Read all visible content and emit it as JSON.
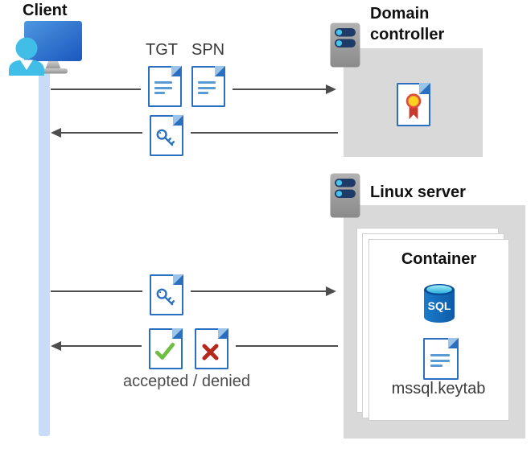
{
  "diagram": {
    "client": {
      "label": "Client",
      "icon": "client-monitor-user-icon"
    },
    "domain_controller": {
      "label": "Domain controller",
      "icon": "server-icon",
      "content_icon": "certificate-icon"
    },
    "linux_server": {
      "label": "Linux server",
      "icon": "server-icon"
    },
    "container": {
      "label": "Container",
      "sql_label": "SQL",
      "sql_icon": "sql-database-cylinder-icon",
      "keytab_label": "mssql.keytab",
      "keytab_icon": "document-icon"
    },
    "messages": {
      "tgt_label": "TGT",
      "spn_label": "SPN",
      "accepted_denied_label": "accepted / denied",
      "request_icons": [
        "tgt-document-icon",
        "spn-document-icon"
      ],
      "ticket_icon": "key-document-icon",
      "result_icons": [
        "accepted-check-document-icon",
        "denied-cross-document-icon"
      ]
    },
    "colors": {
      "doc_border_blue": "#2b70c0",
      "doc_fold_light_blue": "#9cc3e8",
      "doc_line_blue": "#5b9bd5",
      "check_green": "#6fbe44",
      "cross_red": "#b5281e",
      "lifeline_blue": "#c7dcf6",
      "box_gray": "#d9d9d9",
      "arrow_gray": "#4d4d4d",
      "person_cyan": "#41bee8",
      "monitor_blue": "#2e6fd0",
      "server_gray": "#9a9a9a",
      "server_slot_navy": "#1e3a66",
      "server_dot_cyan": "#4ac4ea",
      "sql_body_blue": "#1470be",
      "sql_top_cyan": "#49c5ea",
      "cert_yellow": "#ffd21e",
      "cert_red": "#e04b38"
    }
  }
}
